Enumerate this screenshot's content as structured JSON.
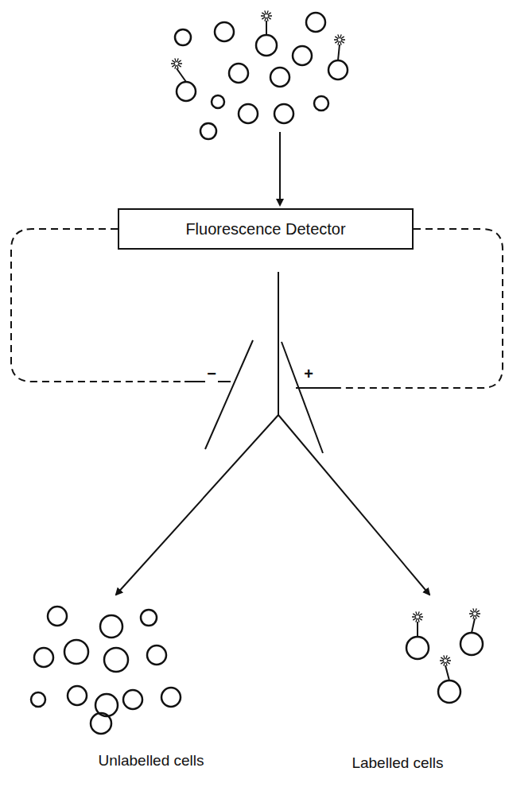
{
  "diagram": {
    "nodes": [
      {
        "text": [
          "Fluorescence Detector"
        ]
      }
    ],
    "labels": [
      "−",
      "+",
      "Unlabelled cells",
      "Labelled cells"
    ]
  }
}
